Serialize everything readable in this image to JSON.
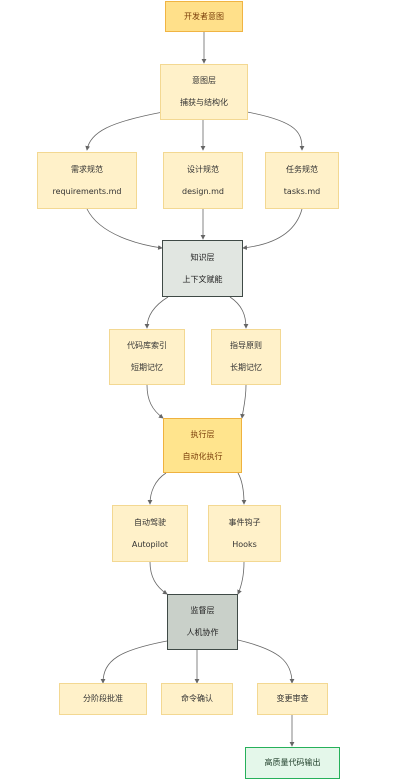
{
  "colors": {
    "edge": "#666666",
    "pale_fill": "#fff1c9",
    "accent_fill": "#ffe08a",
    "accent_border": "#f0b443",
    "gray_fill": "#e1e6e1",
    "dark_border": "#3f4a46",
    "green_fill": "#e4f7ea",
    "green_border": "#26b05a"
  },
  "nodes": {
    "dev_intent": {
      "label": "开发者意图"
    },
    "intent_layer": {
      "title": "意图层",
      "subtitle": "捕获与结构化"
    },
    "requirements": {
      "title": "需求规范",
      "subtitle": "requirements.md"
    },
    "design": {
      "title": "设计规范",
      "subtitle": "design.md"
    },
    "tasks": {
      "title": "任务规范",
      "subtitle": "tasks.md"
    },
    "knowledge_layer": {
      "title": "知识层",
      "subtitle": "上下文赋能"
    },
    "codebase_index": {
      "title": "代码库索引",
      "subtitle": "短期记忆"
    },
    "guidelines": {
      "title": "指导原则",
      "subtitle": "长期记忆"
    },
    "execution_layer": {
      "title": "执行层",
      "subtitle": "自动化执行"
    },
    "autopilot": {
      "title": "自动驾驶",
      "subtitle": "Autopilot"
    },
    "hooks": {
      "title": "事件钩子",
      "subtitle": "Hooks"
    },
    "supervision_layer": {
      "title": "监督层",
      "subtitle": "人机协作"
    },
    "staged_approval": {
      "label": "分阶段批准"
    },
    "command_confirm": {
      "label": "命令确认"
    },
    "change_review": {
      "label": "变更审查"
    },
    "output": {
      "label": "高质量代码输出"
    }
  }
}
